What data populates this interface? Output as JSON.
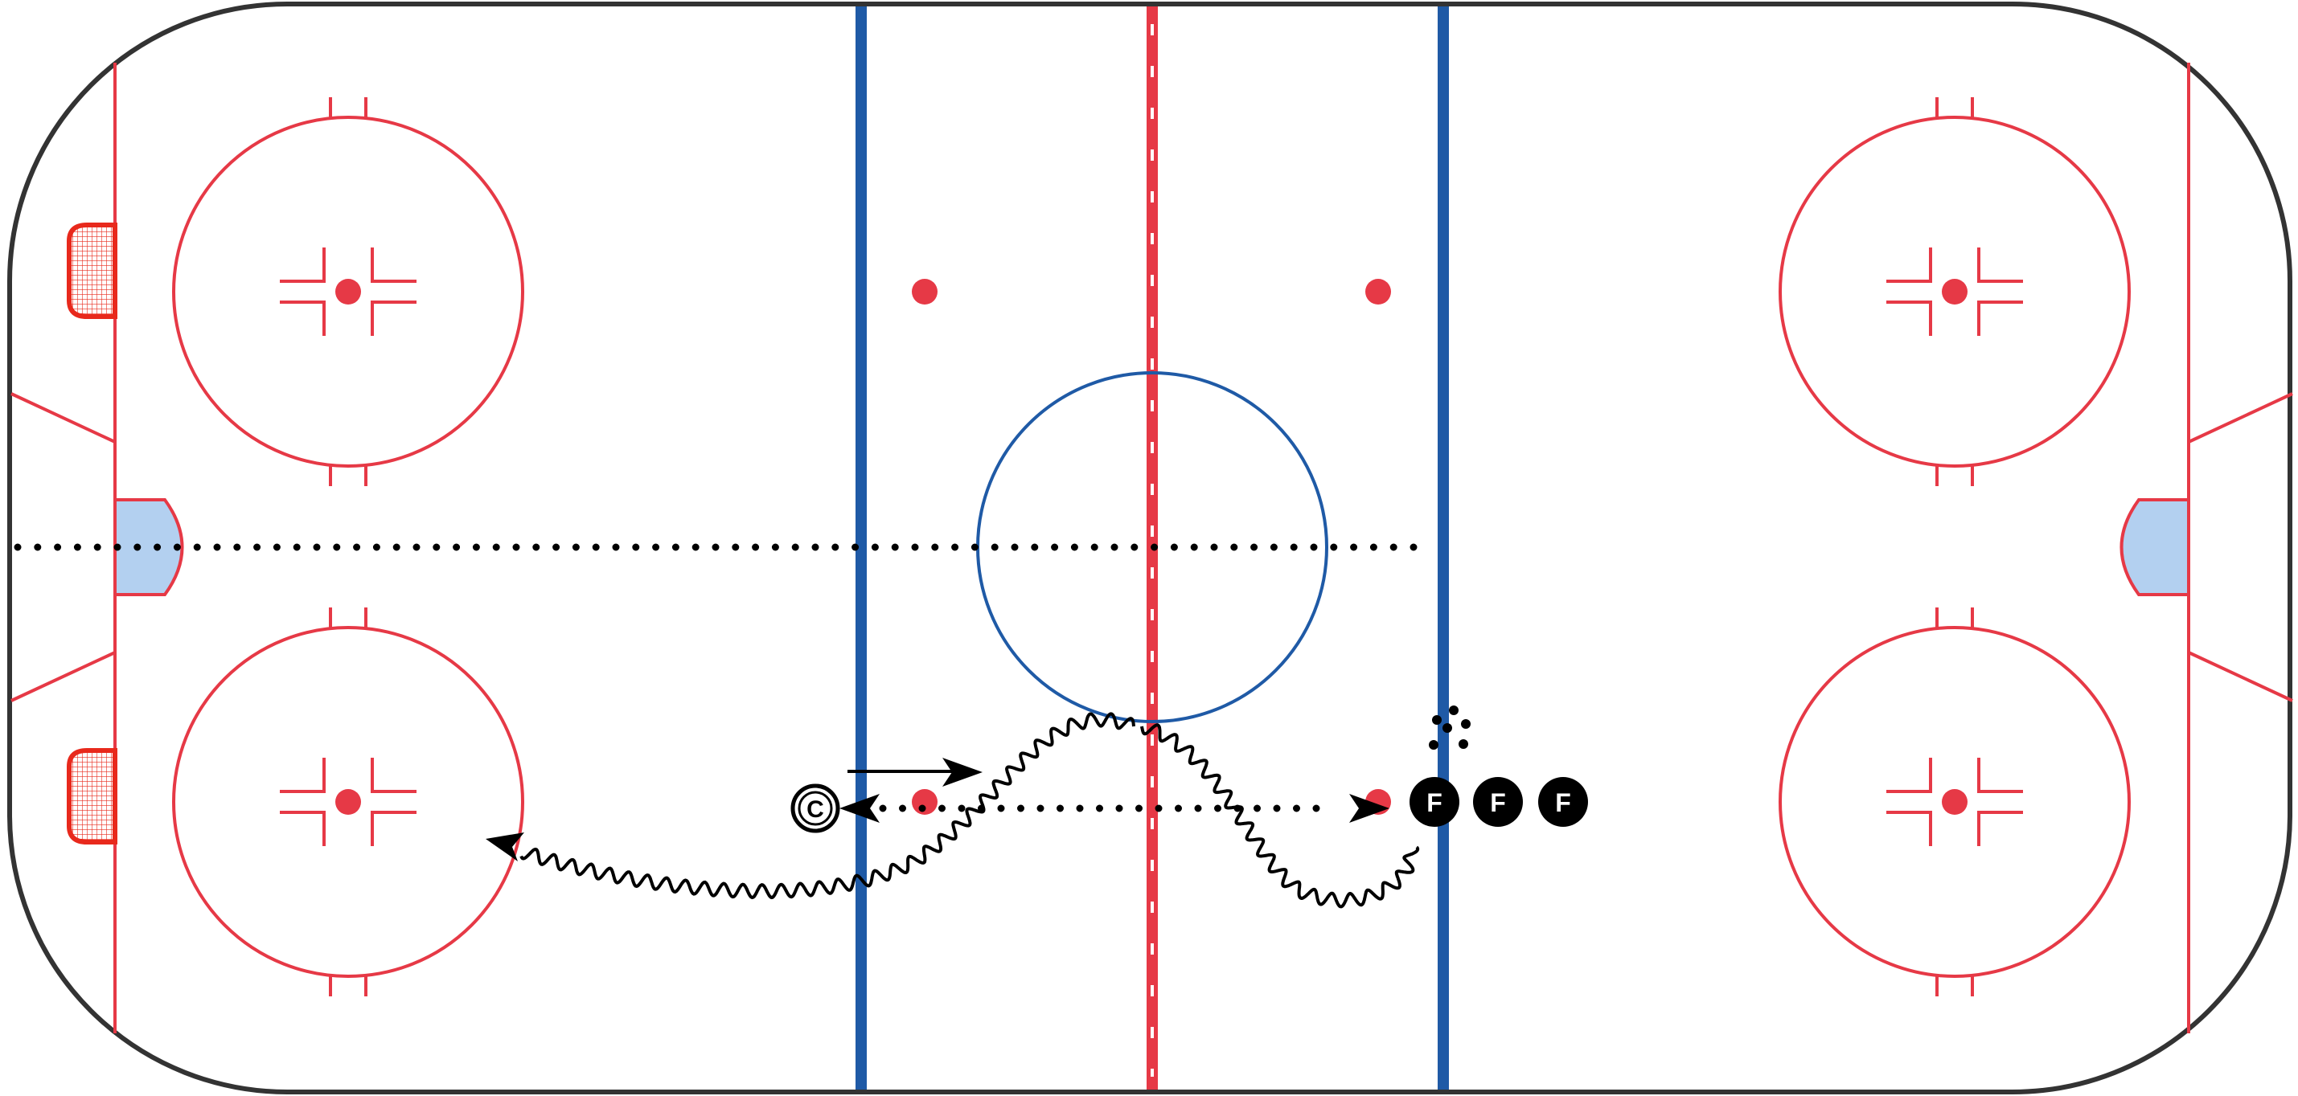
{
  "diagram": {
    "type": "hockey-drill",
    "colors": {
      "rink_border": "#333333",
      "red_line": "#e63946",
      "blue_line": "#1f5aa6",
      "crease": "#b3d0f0",
      "goal_net": "#e8291c",
      "drill": "#000000",
      "player_fill": "#000000",
      "player_text": "#ffffff"
    },
    "players": [
      {
        "label": "F",
        "role": "forward"
      },
      {
        "label": "F",
        "role": "forward"
      },
      {
        "label": "F",
        "role": "forward"
      }
    ],
    "coach": {
      "label": "C",
      "role": "coach"
    },
    "pucks": {
      "count": 6
    },
    "drill_elements": [
      "skate-with-puck-path",
      "pass-path",
      "skate-arrow"
    ]
  }
}
